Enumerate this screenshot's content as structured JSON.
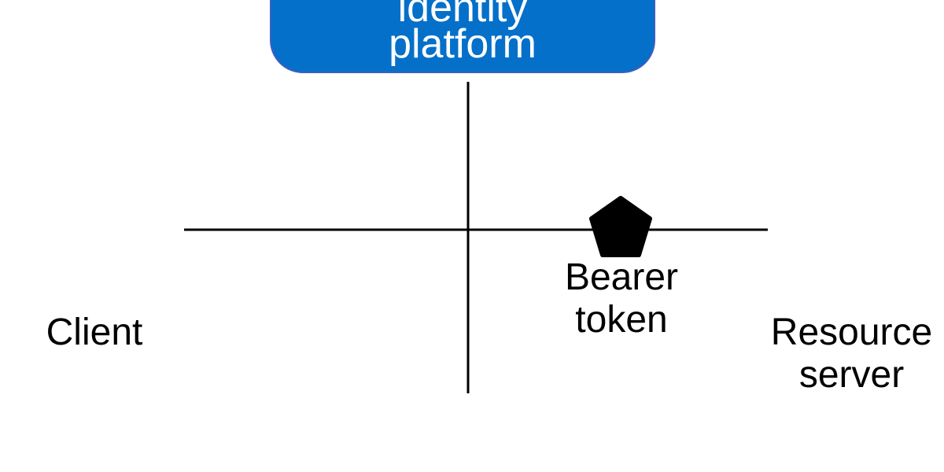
{
  "identity_platform": {
    "line1": "identity",
    "line2": "platform",
    "fill_color": "#0470c9",
    "text_color": "#ffffff"
  },
  "client": {
    "label": "Client"
  },
  "token": {
    "line1": "Bearer",
    "line2": "token",
    "icon": "pentagon-token-icon"
  },
  "resource_server": {
    "line1": "Resource",
    "line2": "server"
  }
}
